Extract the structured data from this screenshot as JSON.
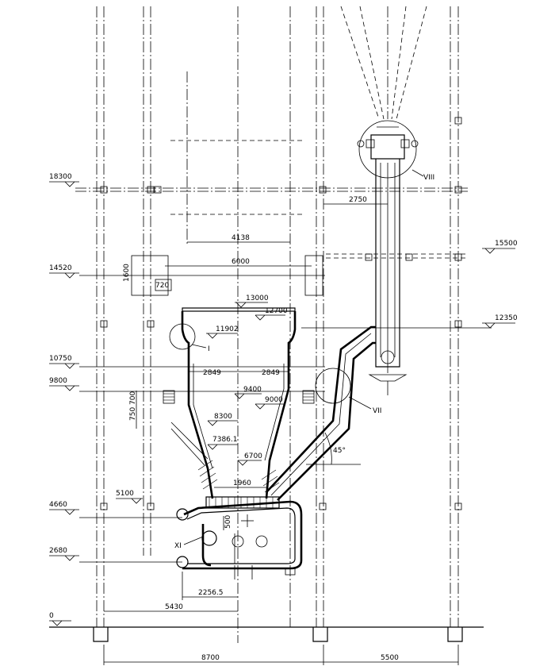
{
  "elevations": [
    {
      "id": "e18300",
      "label": "18300"
    },
    {
      "id": "e15500",
      "label": "15500"
    },
    {
      "id": "e14520",
      "label": "14520"
    },
    {
      "id": "e12350",
      "label": "12350"
    },
    {
      "id": "e10750",
      "label": "10750"
    },
    {
      "id": "e9800",
      "label": "9800"
    },
    {
      "id": "e5100",
      "label": "5100"
    },
    {
      "id": "e4660",
      "label": "4660"
    },
    {
      "id": "e2680",
      "label": "2680"
    },
    {
      "id": "e0",
      "label": "0"
    },
    {
      "id": "e13000",
      "label": "13000"
    },
    {
      "id": "e12700",
      "label": "12700"
    },
    {
      "id": "e11902",
      "label": "11902"
    },
    {
      "id": "e9400",
      "label": "9400"
    },
    {
      "id": "e9000",
      "label": "9000"
    },
    {
      "id": "e8300",
      "label": "8300"
    },
    {
      "id": "e7386",
      "label": "7386.1"
    },
    {
      "id": "e6700",
      "label": "6700"
    }
  ],
  "dimensions": {
    "d2750": "2750",
    "d4138": "4138",
    "d6000": "6000",
    "d1600": "1600",
    "d720": "720",
    "d2849a": "2849",
    "d2849b": "2849",
    "d750_700": "750 700",
    "d1960": "1960",
    "d500": "500",
    "d2256": "2256.5",
    "d5430": "5430",
    "d8700": "8700",
    "d5500": "5500",
    "angle45": "45°"
  },
  "detail_marks": {
    "I": "I",
    "VII": "VII",
    "VIII": "VIII",
    "XI": "XI"
  }
}
